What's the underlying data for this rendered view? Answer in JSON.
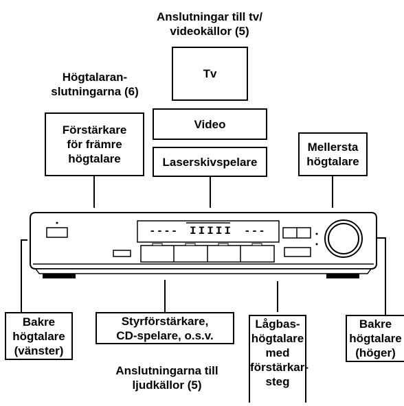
{
  "captions": {
    "video_connections": "Anslutningar till tv/\nvideokällor (5)",
    "speaker_connections": "Högtalaran-\nslutningarna (6)",
    "audio_connections": "Anslutningarna till\nljudkällor (5)"
  },
  "boxes": {
    "tv": "Tv",
    "video": "Video",
    "laserdisc": "Laserskivspelare",
    "front_amp": "Förstärkare\nför främre\nhögtalare",
    "center": "Mellersta\nhögtalare",
    "rear_left": "Bakre\nhögtalare\n(vänster)",
    "amp_cd": "Styrförstärkare,\nCD-spelare, o.s.v.",
    "subwoofer": "Lågbas-\nhögtalare\nmed\nförstärkar-\nsteg",
    "rear_right": "Bakre\nhögtalare\n(höger)"
  },
  "receiver": {
    "display_left": "----",
    "display_middle": "IIIII",
    "display_right": "---"
  }
}
